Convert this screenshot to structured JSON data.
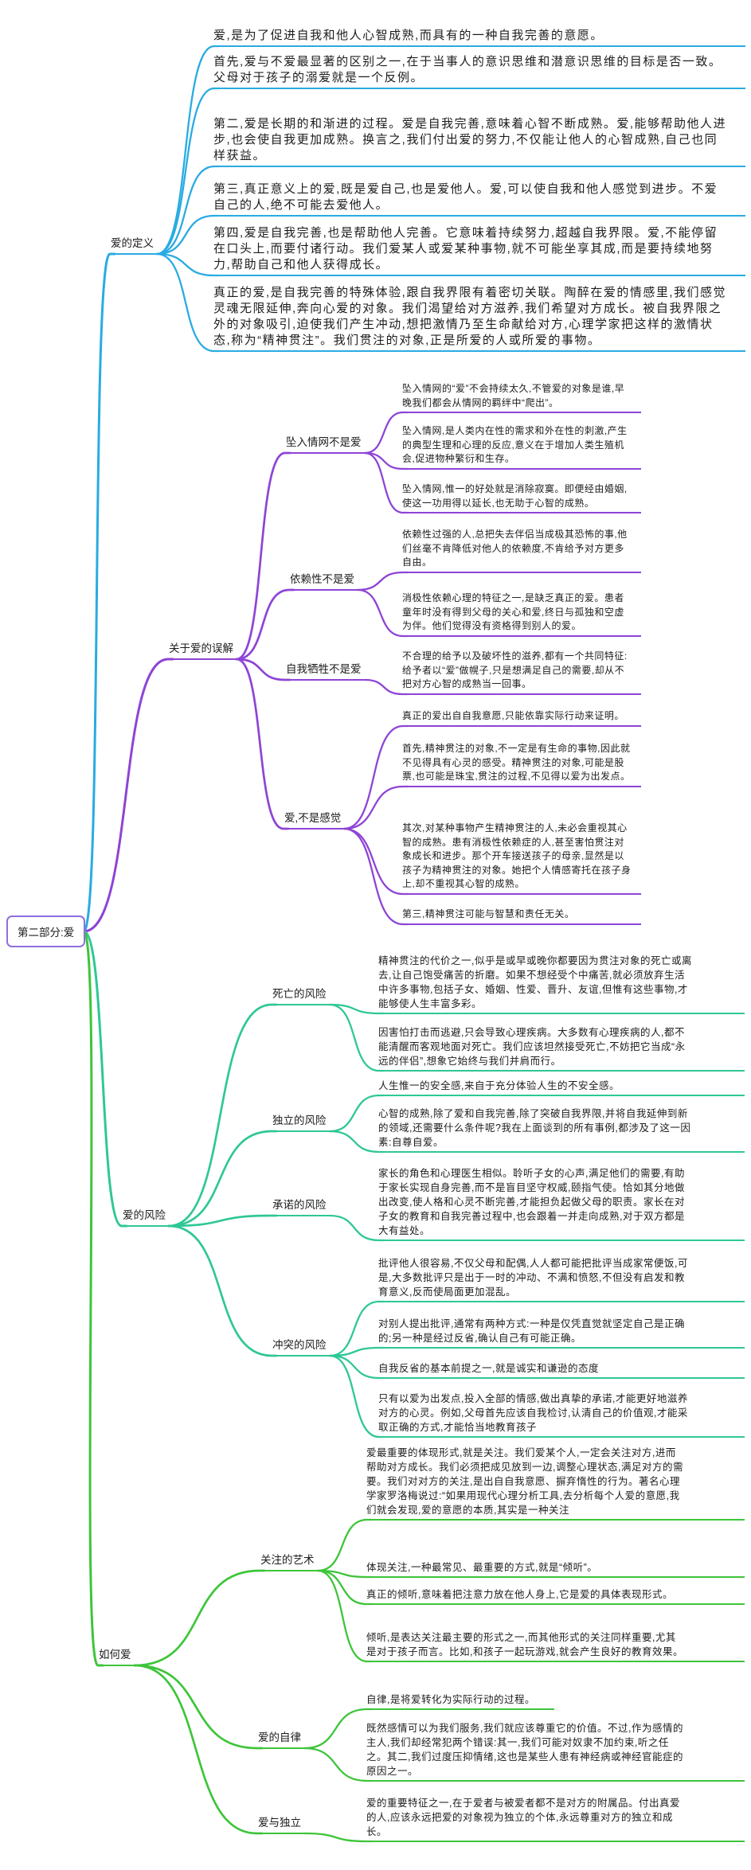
{
  "root": {
    "label": "第二部分:爱",
    "border_color": "#8e6fe0"
  },
  "branches": [
    {
      "label": "爱的定义",
      "color": "#29abe2",
      "children": [
        {
          "text": "爱,是为了促进自我和他人心智成熟,而具有的一种自我完善的意愿。"
        },
        {
          "text": "首先,爱与不爱最显著的区别之一,在于当事人的意识思维和潜意识思维的目标是否一致。父母对于孩子的溺爱就是一个反例。"
        },
        {
          "text": "第二,爱是长期的和渐进的过程。爱是自我完善,意味着心智不断成熟。爱,能够帮助他人进步,也会使自我更加成熟。换言之,我们付出爱的努力,不仅能让他人的心智成熟,自己也同样获益。"
        },
        {
          "text": "第三,真正意义上的爱,既是爱自己,也是爱他人。爱,可以使自我和他人感觉到进步。不爱自己的人,绝不可能去爱他人。"
        },
        {
          "text": "第四,爱是自我完善,也是帮助他人完善。它意味着持续努力,超越自我界限。爱,不能停留在口头上,而要付诸行动。我们爱某人或爱某种事物,就不可能坐享其成,而是要持续地努力,帮助自己和他人获得成长。"
        },
        {
          "text": "真正的爱,是自我完善的特殊体验,跟自我界限有着密切关联。陶醉在爱的情感里,我们感觉灵魂无限延伸,奔向心爱的对象。我们渴望给对方滋养,我们希望对方成长。被自我界限之外的对象吸引,迫使我们产生冲动,想把激情乃至生命献给对方,心理学家把这样的激情状态,称为“精神贯注”。我们贯注的对象,正是所爱的人或所爱的事物。"
        }
      ]
    },
    {
      "label": "关于爱的误解",
      "color": "#8e44d6",
      "children": [
        {
          "label": "坠入情网不是爱",
          "children": [
            {
              "text": "坠入情网的“爱”不会持续太久,不管爱的对象是谁,早晚我们都会从情网的羁绊中“爬出”。"
            },
            {
              "text": "坠入情网,是人类内在性的需求和外在性的刺激,产生的典型生理和心理的反应,意义在于增加人类生殖机会,促进物种繁衍和生存。"
            },
            {
              "text": "坠入情网,惟一的好处就是消除寂寞。即便经由婚姻,使这一功用得以延长,也无助于心智的成熟。"
            }
          ]
        },
        {
          "label": "依赖性不是爱",
          "children": [
            {
              "text": "依赖性过强的人,总把失去伴侣当成极其恐怖的事,他们丝毫不肯降低对他人的依赖度,不肯给予对方更多自由。"
            },
            {
              "text": "消极性依赖心理的特征之一,是缺乏真正的爱。患者童年时没有得到父母的关心和爱,终日与孤独和空虚为伴。他们觉得没有资格得到别人的爱。"
            }
          ]
        },
        {
          "label": "自我牺牲不是爱",
          "children": [
            {
              "text": "不合理的给予以及破坏性的滋养,都有一个共同特征:给予者以“爱”做幌子,只是想满足自己的需要,却从不把对方心智的成熟当一回事。"
            }
          ]
        },
        {
          "label": "爱,不是感觉",
          "children": [
            {
              "text": "真正的爱出自自我意愿,只能依靠实际行动来证明。"
            },
            {
              "text": "首先,精神贯注的对象,不一定是有生命的事物,因此就不见得具有心灵的感受。精神贯注的对象,可能是股票,也可能是珠宝,贯注的过程,不见得以爱为出发点。"
            },
            {
              "text": "其次,对某种事物产生精神贯注的人,未必会重视其心智的成熟。患有消极性依赖症的人,甚至害怕贯注对象成长和进步。那个开车接送孩子的母亲,显然是以孩子为精神贯注的对象。她把个人情感寄托在孩子身上,却不重视其心智的成熟。"
            },
            {
              "text": "第三,精神贯注可能与智慧和责任无关。"
            }
          ]
        }
      ]
    },
    {
      "label": "爱的风险",
      "color": "#2fc796",
      "children": [
        {
          "label": "死亡的风险",
          "children": [
            {
              "text": "精神贯注的代价之一,似乎是或早或晚你都要因为贯注对象的死亡或离去,让自己饱受痛苦的折磨。如果不想经受个中痛苦,就必须放弃生活中许多事物,包括子女、婚姻、性爱、晋升、友谊,但惟有这些事物,才能够使人生丰富多彩。"
            },
            {
              "text": "因害怕打击而逃避,只会导致心理疾病。大多数有心理疾病的人,都不能清醒而客观地面对死亡。我们应该坦然接受死亡,不妨把它当成“永远的伴侣”,想象它始终与我们并肩而行。"
            }
          ]
        },
        {
          "label": "独立的风险",
          "children": [
            {
              "text": "人生惟一的安全感,来自于充分体验人生的不安全感。"
            },
            {
              "text": "心智的成熟,除了爱和自我完善,除了突破自我界限,并将自我延伸到新的领域,还需要什么条件呢?我在上面谈到的所有事例,都涉及了这一因素:自尊自爱。"
            }
          ]
        },
        {
          "label": "承诺的风险",
          "children": [
            {
              "text": "家长的角色和心理医生相似。聆听子女的心声,满足他们的需要,有助于家长实现自身完善,而不是盲目坚守权威,颐指气使。恰如其分地做出改变,使人格和心灵不断完善,才能担负起做父母的职责。家长在对子女的教育和自我完善过程中,也会跟着一并走向成熟,对于双方都是大有益处。"
            }
          ]
        },
        {
          "label": "冲突的风险",
          "children": [
            {
              "text": "批评他人很容易,不仅父母和配偶,人人都可能把批评当成家常便饭,可是,大多数批评只是出于一时的冲动、不满和愤怒,不但没有启发和教育意义,反而使局面更加混乱。"
            },
            {
              "text": "对别人提出批评,通常有两种方式:一种是仅凭直觉就坚定自己是正确的;另一种是经过反省,确认自己有可能正确。"
            },
            {
              "text": "自我反省的基本前提之一,就是诚实和谦逊的态度"
            },
            {
              "text": "只有以爱为出发点,投入全部的情感,做出真挚的承诺,才能更好地滋养对方的心灵。例如,父母首先应该自我检讨,认清自己的价值观,才能采取正确的方式,才能恰当地教育孩子"
            }
          ]
        }
      ]
    },
    {
      "label": "如何爱",
      "color": "#3ec53a",
      "children": [
        {
          "label": "关注的艺术",
          "children": [
            {
              "text": "爱最重要的体现形式,就是关注。我们爱某个人,一定会关注对方,进而帮助对方成长。我们必须把成见放到一边,调整心理状态,满足对方的需要。我们对对方的关注,是出自自我意愿、摒弃惰性的行为。著名心理学家罗洛梅说过:“如果用现代心理分析工具,去分析每个人爱的意愿,我们就会发现,爱的意愿的本质,其实是一种关注"
            },
            {
              "text": "体现关注,一种最常见、最重要的方式,就是“倾听”。"
            },
            {
              "text": "真正的倾听,意味着把注意力放在他人身上,它是爱的具体表现形式。"
            },
            {
              "text": "倾听,是表达关注最主要的形式之一,而其他形式的关注同样重要,尤其是对于孩子而言。比如,和孩子一起玩游戏,就会产生良好的教育效果。"
            }
          ]
        },
        {
          "label": "爱的自律",
          "children": [
            {
              "text": "自律,是将爱转化为实际行动的过程。"
            },
            {
              "text": "既然感情可以为我们服务,我们就应该尊重它的价值。不过,作为感情的主人,我们却经常犯两个错误:其一,我们可能对奴隶不加约束,听之任之。其二,我们过度压抑情绪,这也是某些人患有神经病或神经官能症的原因之一。"
            }
          ]
        },
        {
          "label": "爱与独立",
          "children": [
            {
              "text": "爱的重要特征之一,在于爱者与被爱者都不是对方的附属品。付出真爱的人,应该永远把爱的对象视为独立的个体,永远尊重对方的独立和成长。"
            }
          ]
        }
      ]
    }
  ]
}
